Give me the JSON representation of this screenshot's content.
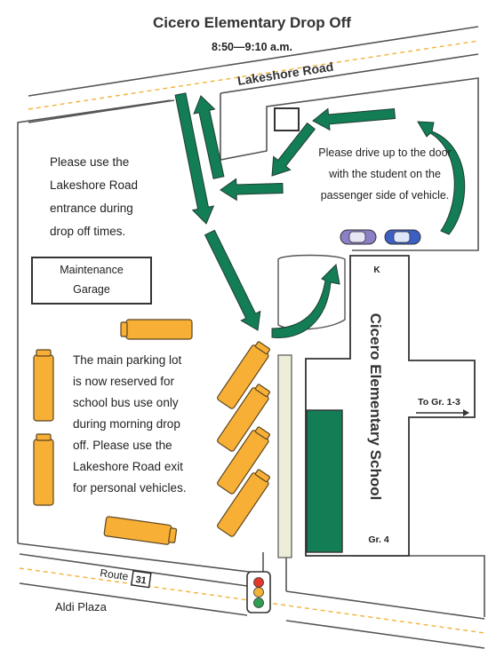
{
  "header": {
    "title": "Cicero Elementary Drop Off",
    "time_window": "8:50—9:10 a.m."
  },
  "roads": {
    "lakeshore": "Lakeshore Road",
    "route_prefix": "Route",
    "route_number": "31"
  },
  "notes": {
    "entrance_lines": [
      "Please use the",
      "Lakeshore Road",
      "entrance during",
      "drop off times."
    ],
    "drive_up_lines": [
      "Please drive up to the door",
      "with the student on the",
      "passenger side of vehicle."
    ],
    "parking_lot_lines": [
      "The main parking lot",
      "is now reserved for",
      "school bus use only",
      "during morning drop",
      "off.  Please use the",
      "Lakeshore Road exit",
      "for personal vehicles."
    ]
  },
  "buildings": {
    "maintenance_lines": [
      "Maintenance",
      "Garage"
    ],
    "school": "Cicero Elementary School",
    "wing_k": "K",
    "wing_gr4": "Gr. 4",
    "wing_gr13": "To Gr. 1-3"
  },
  "places": {
    "aldi": "Aldi Plaza"
  },
  "colors": {
    "arrow_green": "#137d55",
    "bus_orange": "#f7b035",
    "car_purple": "#8b7fc6",
    "car_blue": "#3c5fc4",
    "stripe_orange": "#f2b23a",
    "school_green": "#137d55"
  },
  "icons": [
    "traffic-light-icon",
    "car-icon",
    "bus-icon"
  ]
}
